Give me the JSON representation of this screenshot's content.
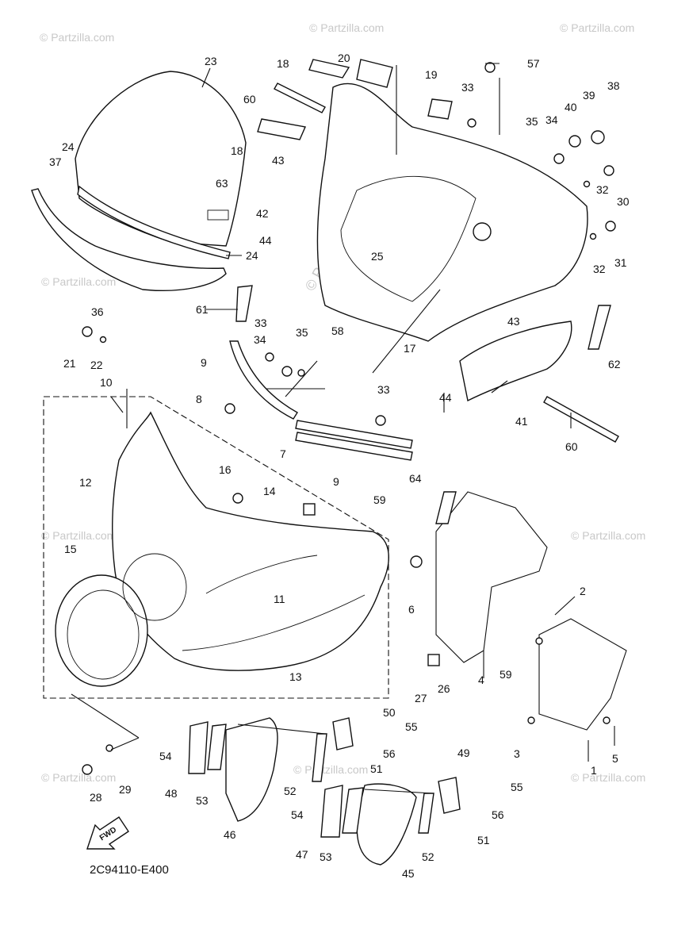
{
  "watermark": {
    "brand": "© Partzilla.com",
    "center": "© Partzilla.com"
  },
  "diagram_code": "2C94110-E400",
  "fwd_label": "FWD",
  "callouts": [
    "1",
    "2",
    "3",
    "4",
    "5",
    "6",
    "7",
    "8",
    "9",
    "9",
    "10",
    "11",
    "12",
    "13",
    "14",
    "15",
    "16",
    "17",
    "18",
    "18",
    "19",
    "20",
    "21",
    "22",
    "23",
    "24",
    "24",
    "25",
    "26",
    "27",
    "28",
    "29",
    "30",
    "31",
    "32",
    "32",
    "33",
    "33",
    "33",
    "34",
    "34",
    "35",
    "35",
    "36",
    "37",
    "38",
    "39",
    "40",
    "41",
    "42",
    "43",
    "43",
    "44",
    "44",
    "45",
    "46",
    "47",
    "48",
    "49",
    "50",
    "51",
    "51",
    "52",
    "52",
    "53",
    "53",
    "54",
    "54",
    "55",
    "55",
    "56",
    "56",
    "57",
    "58",
    "59",
    "59",
    "60",
    "60",
    "61",
    "62",
    "63",
    "64"
  ]
}
